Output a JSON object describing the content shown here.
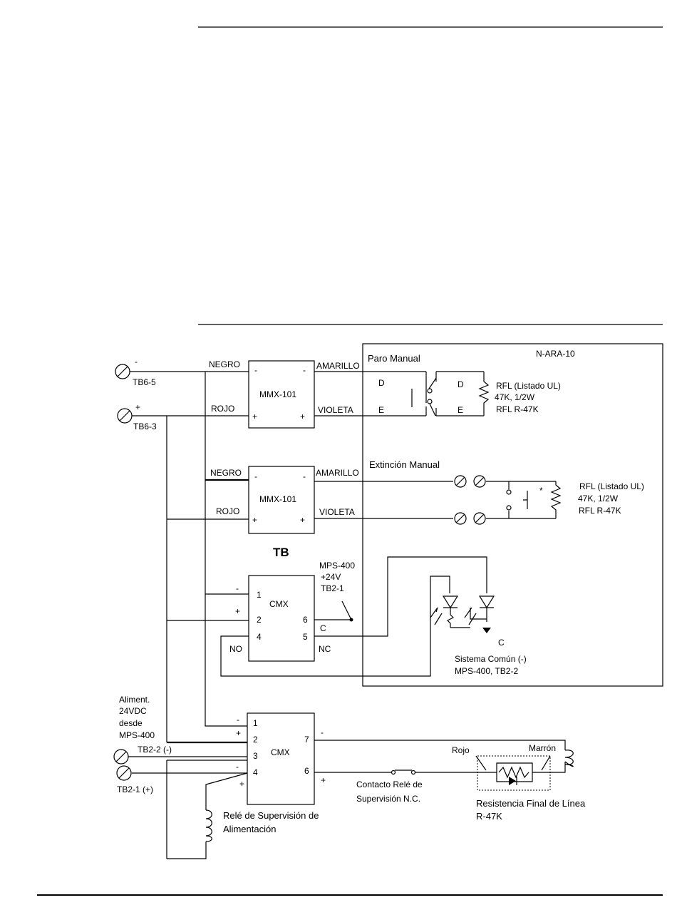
{
  "top_section": {},
  "system_box": {
    "title": "N-ARA-10"
  },
  "terminals": {
    "tb6_5": {
      "label": "TB6-5",
      "sign": "-"
    },
    "tb6_3": {
      "label": "TB6-3",
      "sign": "+"
    }
  },
  "module1": {
    "name": "MMX-101",
    "minus_left": "-",
    "minus_right": "-",
    "plus_left": "+",
    "plus_right": "+",
    "left_top_wire": "NEGRO",
    "left_bottom_wire": "ROJO",
    "right_top_wire": "AMARILLO",
    "right_bottom_wire": "VIOLETA"
  },
  "paro_manual": {
    "title": "Paro Manual",
    "d_left": "D",
    "e_left": "E",
    "d_right": "D",
    "e_right": "E",
    "rfl_line1": "RFL (Listado UL)",
    "rfl_line2": "47K, 1/2W",
    "rfl_line3": "RFL  R-47K"
  },
  "module2": {
    "name": "MMX-101",
    "minus_left": "-",
    "minus_right": "-",
    "plus_left": "+",
    "plus_right": "+",
    "left_top_wire": "NEGRO",
    "left_bottom_wire": "ROJO",
    "right_top_wire": "AMARILLO",
    "right_bottom_wire": "VIOLETA"
  },
  "extincion_manual": {
    "title": "Extinción Manual",
    "star": "*",
    "rfl_line1": "RFL (Listado UL)",
    "rfl_line2": "47K, 1/2W",
    "rfl_line3": "RFL  R-47K"
  },
  "tb_label": "TB",
  "cmx1": {
    "name": "CMX",
    "pin1": "1",
    "pin2": "2",
    "pin4": "4",
    "pin6": "6",
    "pin5": "5",
    "minus": "-",
    "plus": "+",
    "no": "NO",
    "nc": "NC",
    "c": "C",
    "mps_line1": "MPS-400",
    "mps_line2": "+24V",
    "mps_line3": "TB2-1"
  },
  "sistema": {
    "c": "C",
    "line1": "Sistema Común  (-)",
    "line2": "MPS-400, TB2-2"
  },
  "cmx2": {
    "name": "CMX",
    "pin1": "1",
    "pin2": "2",
    "pin3": "3",
    "pin4": "4",
    "pin7": "7",
    "pin6": "6",
    "minus1": "-",
    "plus2": "+",
    "minus4": "-",
    "plus_relay": "+",
    "minus7": "-",
    "plus6": "+"
  },
  "aliment": {
    "line1": "Aliment.",
    "line2": "24VDC",
    "line3": "desde",
    "line4": "MPS-400"
  },
  "tb2_2": "TB2-2  (-)",
  "tb2_1": "TB2-1  (+)",
  "rele": {
    "line1": "Relé de Supervisión de",
    "line2": "Alimentación"
  },
  "contacto": {
    "line1": "Contacto Relé de",
    "line2": "Supervisión  N.C."
  },
  "resistencia": {
    "rojo": "Rojo",
    "marron": "Marrón",
    "line1": "Resistencia Final de Línea",
    "line2": "R-47K"
  }
}
